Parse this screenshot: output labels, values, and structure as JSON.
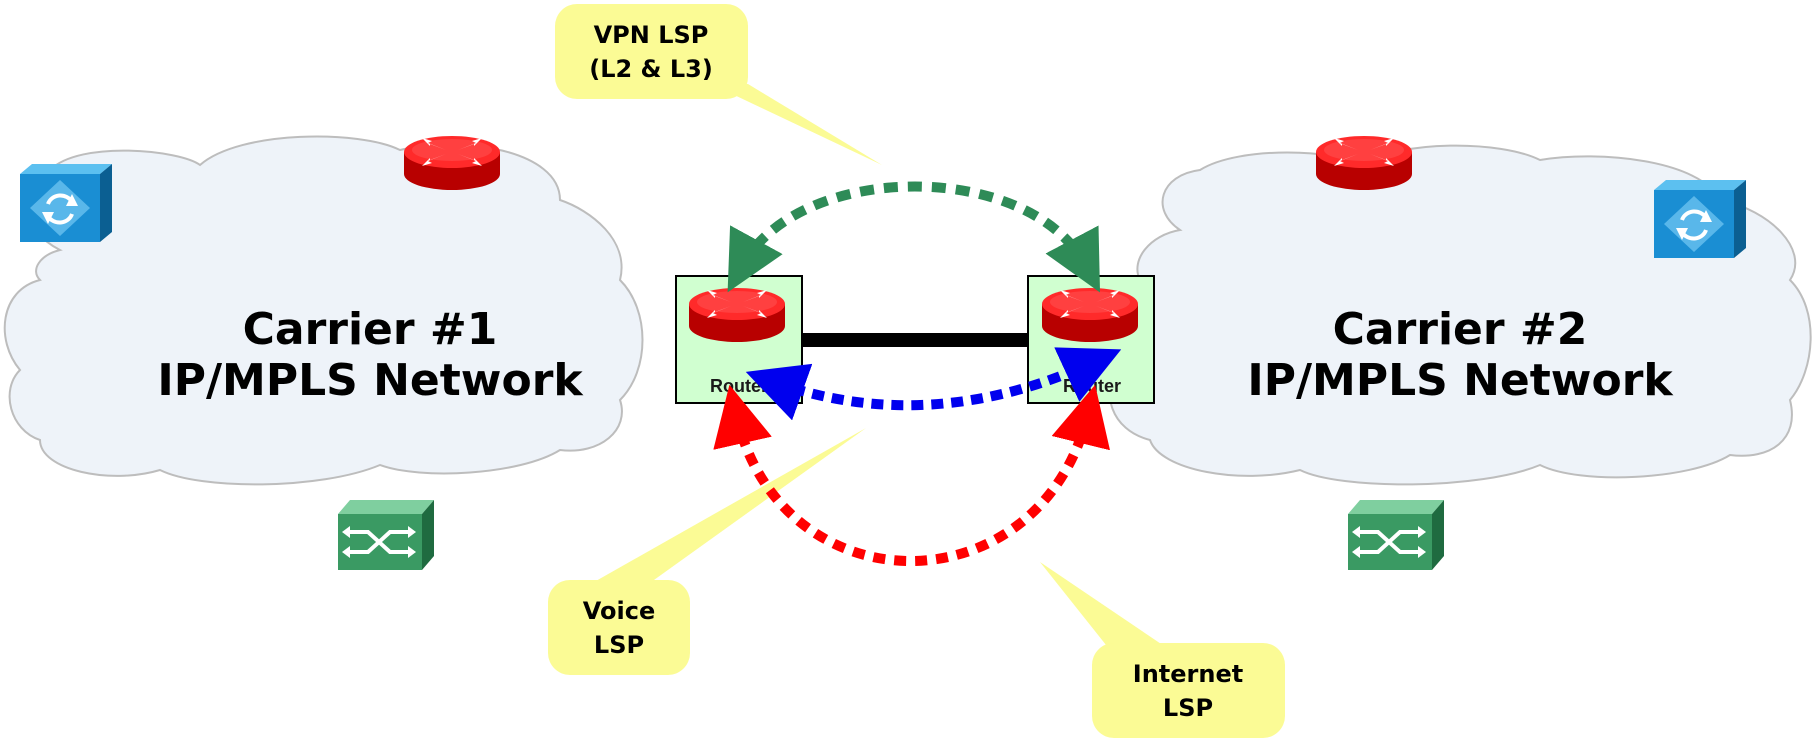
{
  "clouds": {
    "left": {
      "line1": "Carrier #1",
      "line2": "IP/MPLS Network"
    },
    "right": {
      "line1": "Carrier #2",
      "line2": "IP/MPLS Network"
    }
  },
  "routers": {
    "left": {
      "label": "Router"
    },
    "right": {
      "label": "Router"
    }
  },
  "callouts": {
    "vpn": {
      "line1": "VPN LSP",
      "line2": "(L2 & L3)"
    },
    "voice": {
      "line1": "Voice",
      "line2": "LSP"
    },
    "internet": {
      "line1": "Internet",
      "line2": "LSP"
    }
  },
  "colors": {
    "cloud_fill": "#eef3f9",
    "cloud_stroke": "#bdbdbd",
    "callout_fill": "#fbfb95",
    "router_box_fill": "#d0ffd0",
    "vpn_lsp": "#2e8b57",
    "voice_internet_lsp": "#ff0000",
    "inter_carrier_lsp": "#0000ee",
    "router_red": "#e81010",
    "switch_green": "#3a9a63",
    "atm_blue": "#1a8ed3"
  },
  "icons": {
    "router": "router-icon",
    "switch": "switch-icon",
    "atm": "atm-switch-icon"
  }
}
